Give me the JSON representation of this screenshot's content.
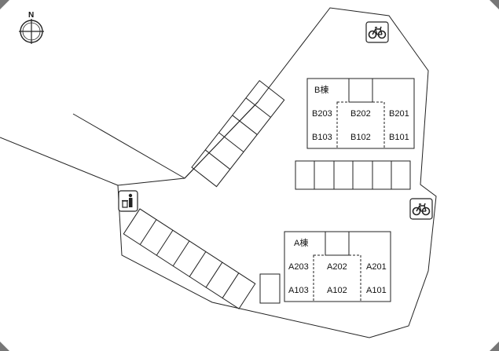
{
  "compass": {
    "north_label": "N",
    "icon": "compass-icon"
  },
  "amenities": {
    "bicycle_icon": "bicycle-icon",
    "trash_icon": "trash-disposal-icon"
  },
  "building_b": {
    "name": "B棟",
    "units_upper": [
      "B203",
      "B202",
      "B201"
    ],
    "units_lower": [
      "B103",
      "B102",
      "B101"
    ]
  },
  "building_a": {
    "name": "A棟",
    "units_upper": [
      "A203",
      "A202",
      "A201"
    ],
    "units_lower": [
      "A103",
      "A102",
      "A101"
    ]
  },
  "colors": {
    "line": "#222222",
    "background": "#ffffff"
  }
}
